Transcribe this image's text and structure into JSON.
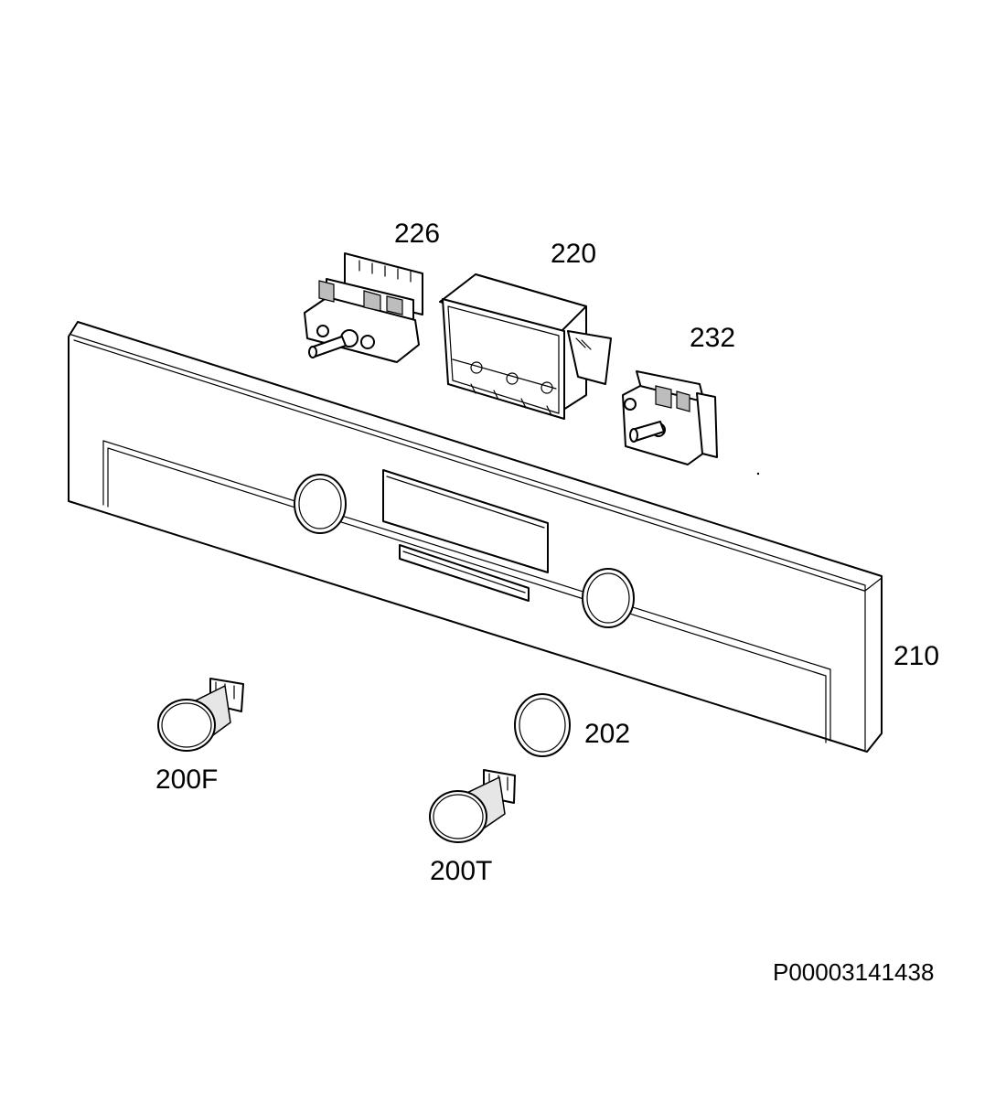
{
  "labels": {
    "p226": "226",
    "p220": "220",
    "p232": "232",
    "p210": "210",
    "p202": "202",
    "p200F": "200F",
    "p200T": "200T"
  },
  "reference_code": "P00003141438"
}
